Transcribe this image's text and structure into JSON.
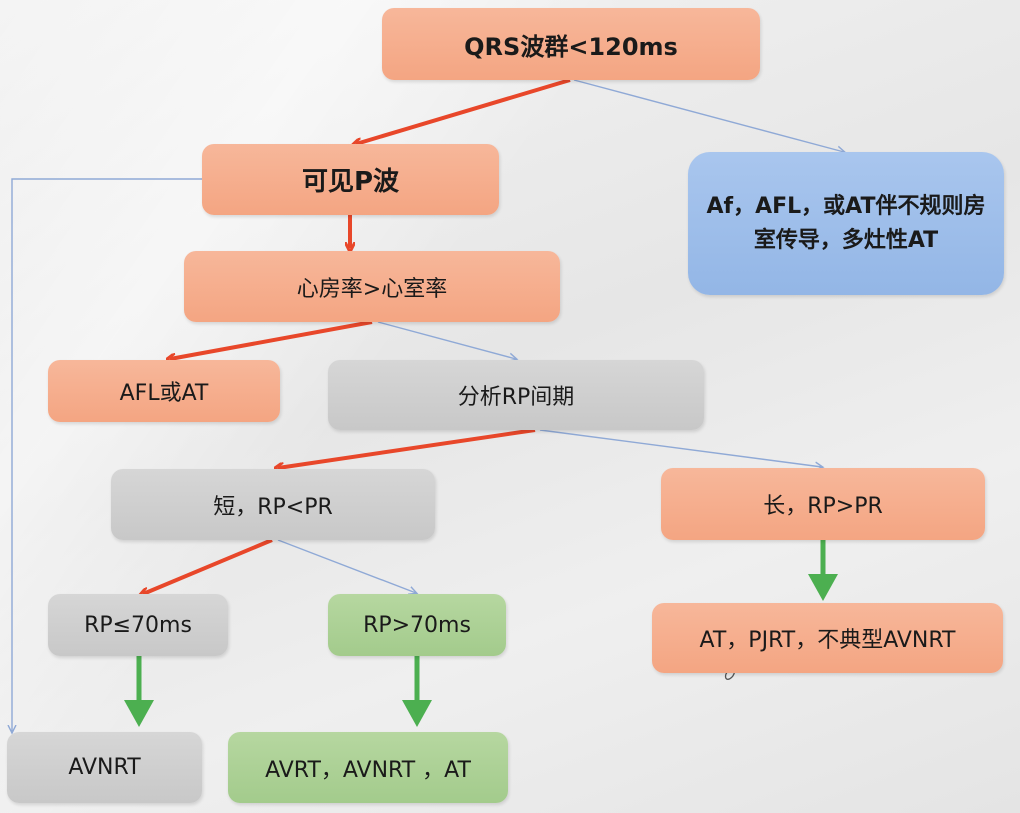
{
  "colors": {
    "orange": "#f4a582",
    "gray": "#c8c8c8",
    "green": "#a3cb8c",
    "blue": "#93b6e6",
    "arrow_red": "#e8472a",
    "arrow_green": "#4caf50",
    "arrow_thin": "#8fa9d6"
  },
  "nodes": {
    "qrs": "QRS波群<120ms",
    "p_visible": "可见P波",
    "af_group": "Af，AFL，或AT伴不规则房室传导，多灶性AT",
    "atrial_gt": "心房率>心室率",
    "afl_at": "AFL或AT",
    "analyze_rp": "分析RP间期",
    "short_rp": "短，RP<PR",
    "long_rp": "长，RP>PR",
    "rp_le70": "RP≤70ms",
    "rp_gt70": "RP>70ms",
    "at_pjrt": "AT，PJRT，不典型AVNRT",
    "avnrt": "AVNRT",
    "avrt_group": "AVRT，AVNRT ，AT"
  }
}
